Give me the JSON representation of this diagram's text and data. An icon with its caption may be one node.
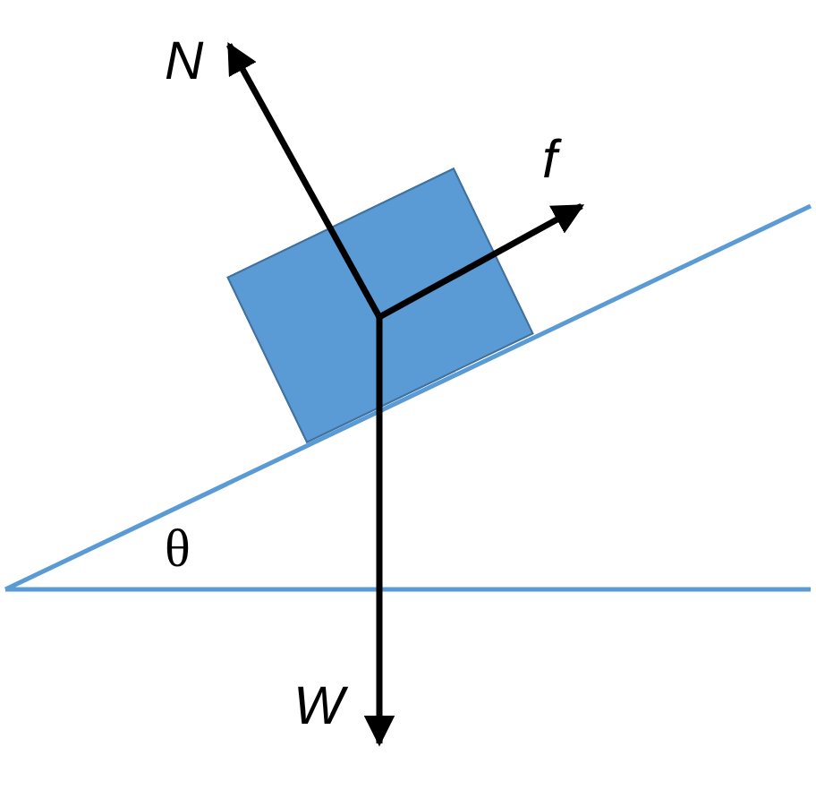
{
  "diagram": {
    "nodes": [
      {
        "text": [],
        "shape": "box"
      }
    ],
    "labels": [
      "N",
      "f",
      "θ",
      "W"
    ]
  }
}
